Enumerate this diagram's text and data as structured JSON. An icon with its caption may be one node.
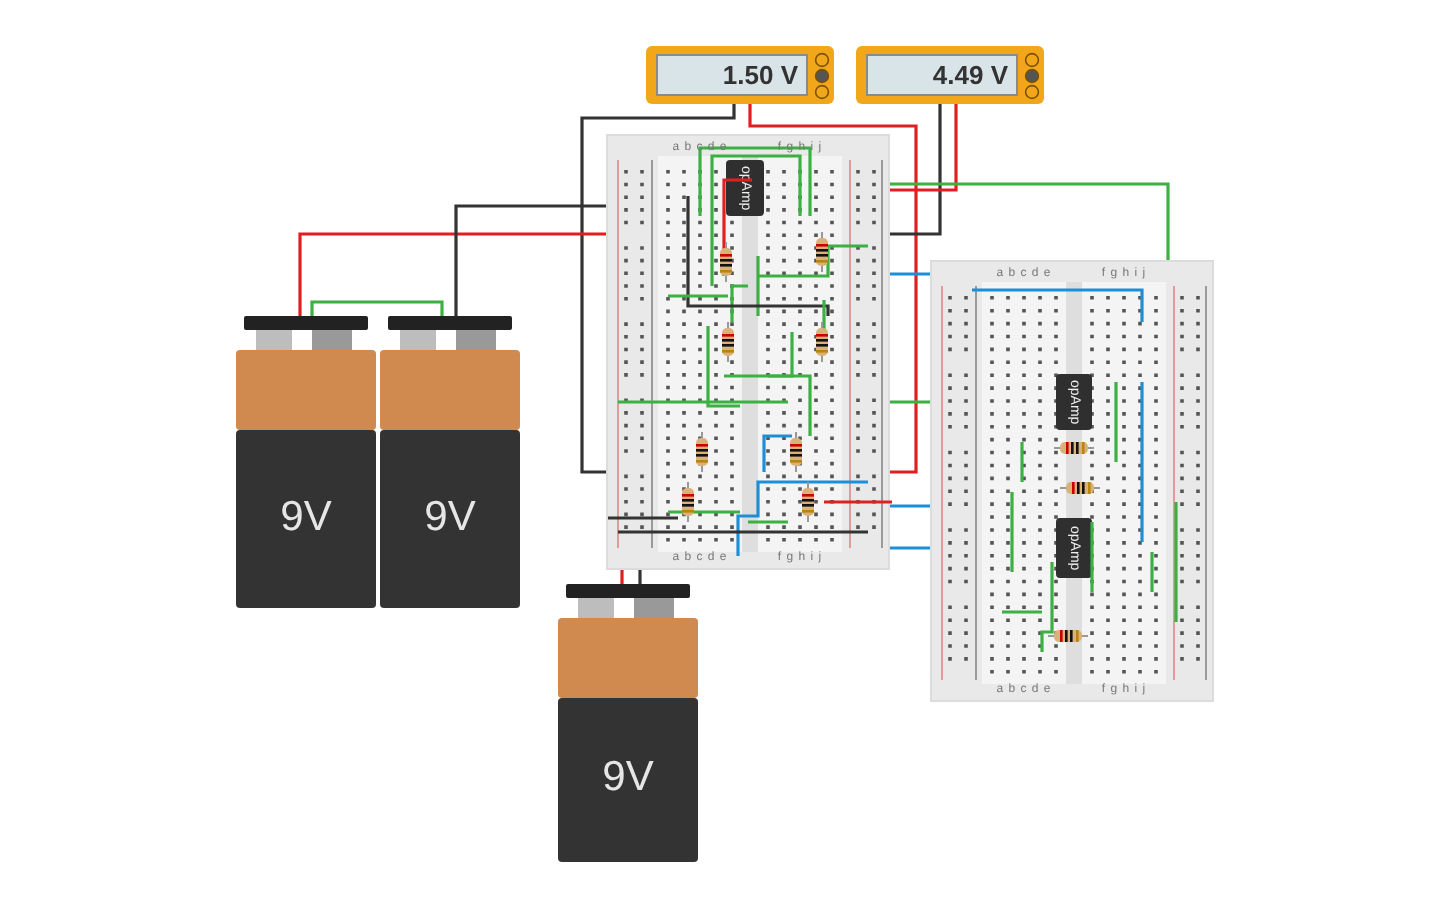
{
  "diagram": {
    "nodes": [
      {
        "text": [
          "1.50 V"
        ]
      },
      {
        "text": [
          "4.49 V"
        ]
      },
      {
        "text": [],
        "shape": "box"
      },
      {
        "text": [],
        "shape": "box"
      },
      {
        "text": [
          "opAmp"
        ],
        "in": 2
      },
      {
        "text": [
          "opAmp"
        ],
        "in": 3
      },
      {
        "text": [
          "opAmp"
        ],
        "in": 3
      },
      {
        "text": [
          "9V"
        ]
      },
      {
        "text": [
          "9V"
        ]
      },
      {
        "text": [
          "9V"
        ]
      }
    ],
    "edges": [
      {
        "from": 0,
        "to": 2,
        "arrow": "none",
        "color": "#333333"
      },
      {
        "from": 0,
        "to": 2,
        "arrow": "none",
        "color": "#e02020"
      },
      {
        "from": 1,
        "to": 2,
        "arrow": "none",
        "color": "#333333"
      },
      {
        "from": 1,
        "to": 2,
        "arrow": "none",
        "color": "#e02020"
      },
      {
        "from": 7,
        "to": 2,
        "arrow": "none",
        "color": "#e02020"
      },
      {
        "from": 7,
        "to": 8,
        "arrow": "none",
        "color": "#3cb043"
      },
      {
        "from": 8,
        "to": 2,
        "arrow": "none",
        "color": "#333333"
      },
      {
        "from": 9,
        "to": 2,
        "arrow": "none",
        "color": "#e02020"
      },
      {
        "from": 9,
        "to": 2,
        "arrow": "none",
        "color": "#333333"
      },
      {
        "from": 2,
        "to": 3,
        "arrow": "none",
        "color": "#3cb043"
      },
      {
        "from": 2,
        "to": 3,
        "arrow": "none",
        "color": "#3cb043"
      },
      {
        "from": 2,
        "to": 3,
        "arrow": "none",
        "color": "#1e8fd6"
      },
      {
        "from": 2,
        "to": 3,
        "arrow": "none",
        "color": "#1e8fd6"
      },
      {
        "from": 2,
        "to": 3,
        "arrow": "none",
        "color": "#1e8fd6"
      }
    ],
    "labels": [
      "a b c d e",
      "f g h i j",
      "a b c d e",
      "f g h i j",
      "a b c d e",
      "f g h i j",
      "a b c d e",
      "f g h i j"
    ]
  }
}
